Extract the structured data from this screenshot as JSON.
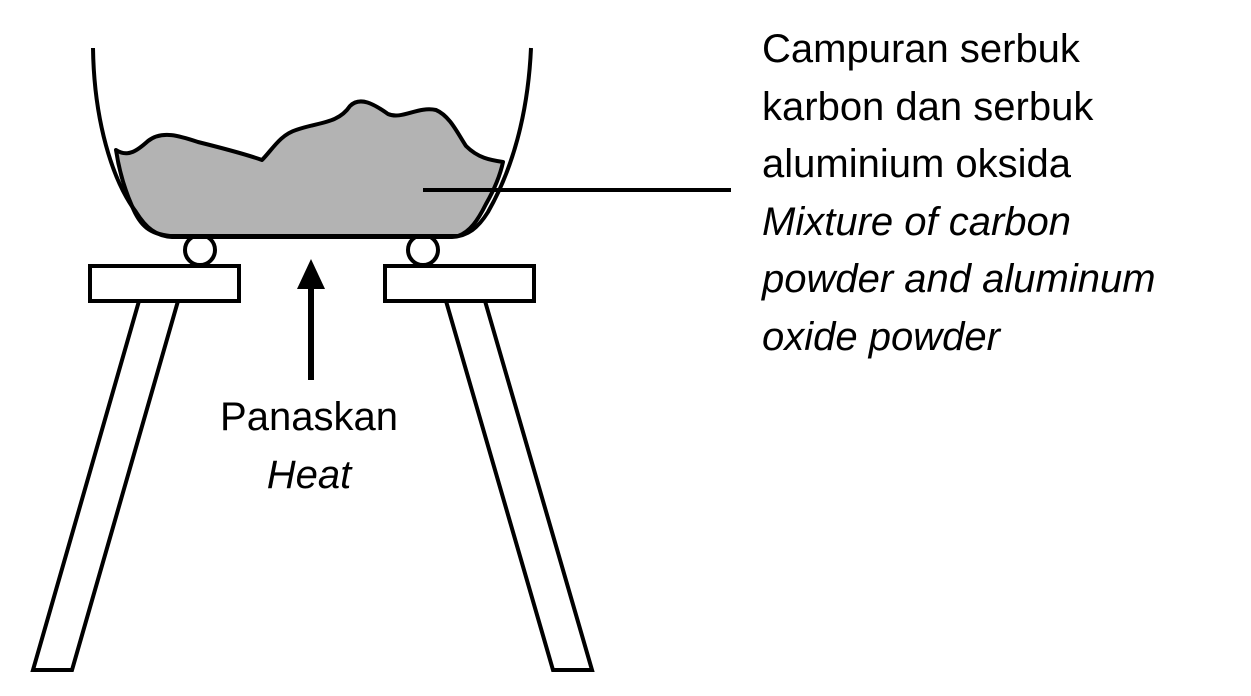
{
  "mixture_label": {
    "malay_line1": "Campuran serbuk",
    "malay_line2": "karbon dan serbuk",
    "malay_line3": "aluminium oksida",
    "english_line1": "Mixture of carbon",
    "english_line2": "powder and aluminum",
    "english_line3": "oxide powder"
  },
  "heat_label": {
    "malay": "Panaskan",
    "english": "Heat"
  },
  "colors": {
    "stroke": "#000000",
    "powder_fill": "#b3b3b3",
    "background": "#ffffff"
  }
}
